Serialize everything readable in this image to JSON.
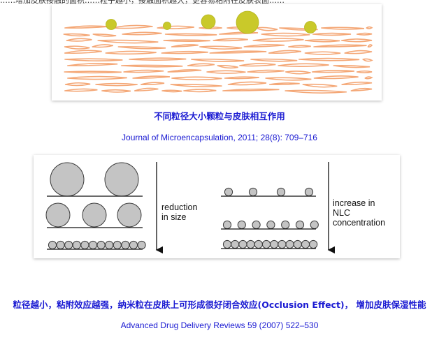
{
  "top_clipped_text": "……增加皮肤接触的面积……粒子越小，接触面积越大，更容易粘附在皮肤表面……",
  "figure1": {
    "caption": "不同粒径大小颗粒与皮肤相互作用",
    "source": "Journal of Microencapsulation, 2011; 28(8): 709–716",
    "colors": {
      "skin_fiber": "#f4a776",
      "particle": "#c9c92a"
    }
  },
  "figure2": {
    "left_label": "reduction\n in size",
    "right_label": "increase in\nNLC\nconcentration",
    "colors": {
      "particle_fill": "#c4c4c4",
      "particle_stroke": "#3a3a3a",
      "line": "#111111"
    }
  },
  "caption2": "粒径越小，粘附效应越强，纳米粒在皮肤上可形成很好闭合效应(Occlusion Effect)， 增加皮肤保湿性能",
  "source2": "Advanced Drug Delivery Reviews 59 (2007) 522–530"
}
